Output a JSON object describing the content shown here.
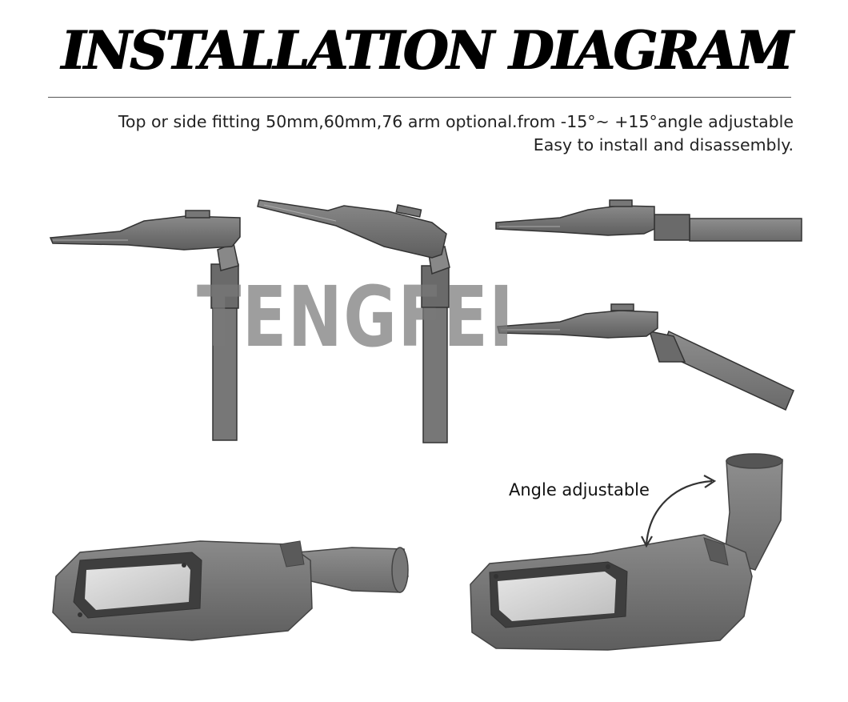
{
  "header": {
    "title": "INSTALLATION DIAGRAM",
    "description_line1": "Top or side fitting 50mm,60mm,76 arm optional.from -15°~ +15°angle adjustable",
    "description_line2": "Easy to install and disassembly."
  },
  "watermark": "TENGFEI",
  "callout": "Angle adjustable",
  "colors": {
    "body_gray": "#707070",
    "dark_gray": "#4a4a4a",
    "lens": "#d9d9d9",
    "accent": "#000000"
  }
}
